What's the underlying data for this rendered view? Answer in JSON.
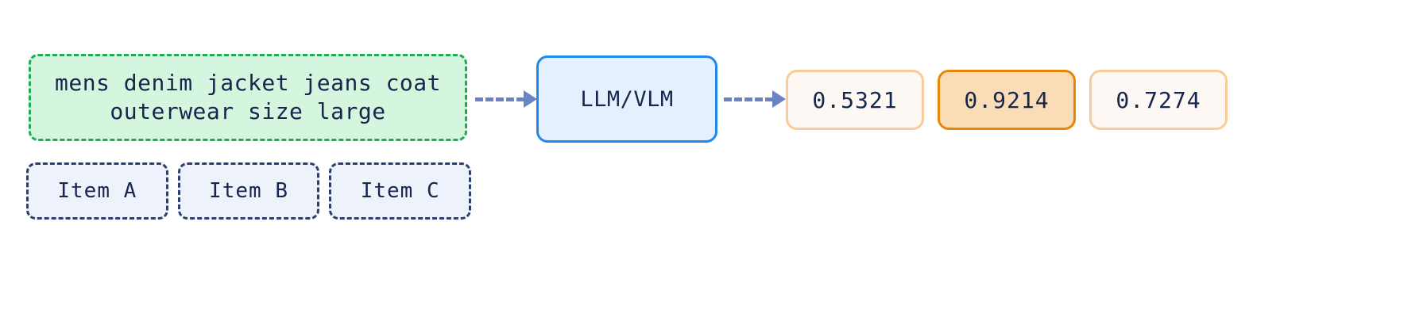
{
  "query": {
    "text": "mens denim jacket jeans coat\nouterwear size large"
  },
  "candidates": {
    "items": [
      {
        "label": "Item A"
      },
      {
        "label": "Item B"
      },
      {
        "label": "Item C"
      }
    ]
  },
  "model": {
    "label": "LLM/VLM"
  },
  "scores": {
    "values": [
      {
        "value": "0.5321",
        "highlight": false
      },
      {
        "value": "0.9214",
        "highlight": true
      },
      {
        "value": "0.7274",
        "highlight": false
      }
    ]
  },
  "arrows": {
    "input_to_model": "dashed-arrow-right",
    "model_to_scores": "dashed-arrow-right"
  },
  "colors": {
    "query_fill": "#d4f5de",
    "query_border": "#1faa55",
    "item_fill": "#eef2fb",
    "item_border": "#2c3f70",
    "model_fill": "#e4f0fd",
    "model_border": "#1f8ae8",
    "score_fill": "#fdf8f4",
    "score_border": "#f9cb96",
    "score_highlight_fill": "#fadcb6",
    "score_highlight_border": "#e8860c",
    "arrow": "#6b82c3",
    "text": "#16264d"
  }
}
